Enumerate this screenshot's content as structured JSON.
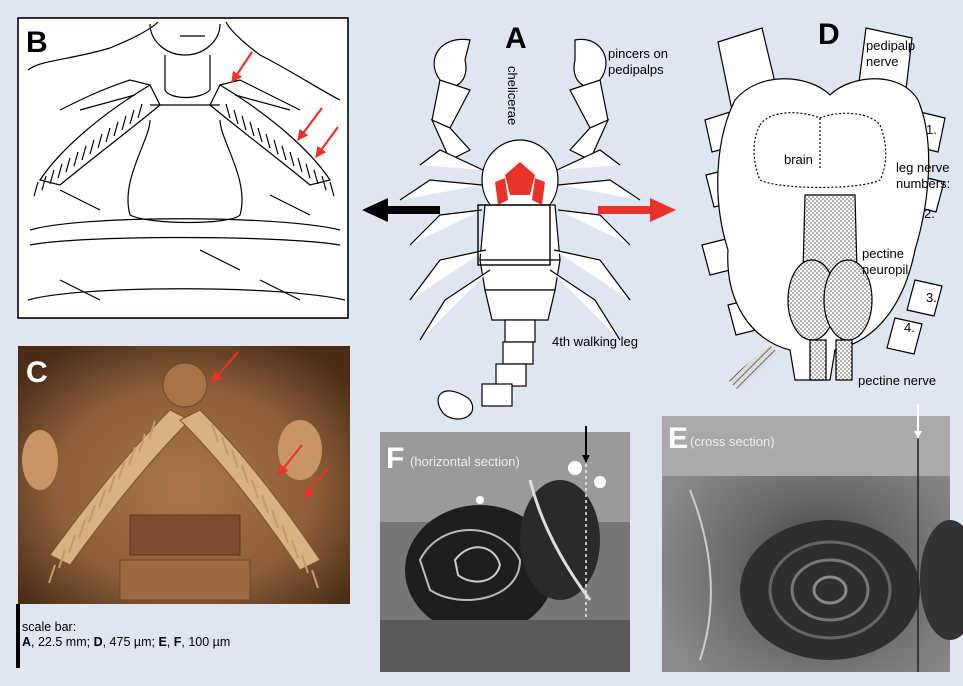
{
  "panels": {
    "A": {
      "label": "A",
      "annotations": {
        "pincers": [
          "pincers on",
          "pedipalps"
        ],
        "chelicerae": "chelicerae",
        "leg4": "4th walking leg"
      }
    },
    "B": {
      "label": "B"
    },
    "C": {
      "label": "C"
    },
    "D": {
      "label": "D",
      "annotations": {
        "pedipalp_nerve": [
          "pedipalp",
          "nerve"
        ],
        "brain": "brain",
        "leg_nerve": [
          "leg nerve",
          "numbers:"
        ],
        "leg_numbers": [
          "1.",
          "2.",
          "3.",
          "4."
        ],
        "pectine_neuropil": [
          "pectine",
          "neuropil"
        ],
        "pectine_nerve": "pectine nerve"
      }
    },
    "E": {
      "label": "E",
      "caption": "(cross section)"
    },
    "F": {
      "label": "F",
      "caption": "(horizontal section)"
    }
  },
  "scale_bar": {
    "title": "scale bar:",
    "parts": [
      {
        "panel": "A",
        "value": ", 22.5 mm; "
      },
      {
        "panel": "D",
        "value": ", 475 µm; "
      },
      {
        "panel": "E",
        "value": ", "
      },
      {
        "panel": "F",
        "value": ", 100 µm"
      }
    ]
  },
  "colors": {
    "background": "#dfe5f1",
    "highlight_arrow": "#e8322a",
    "line": "#000000",
    "photo_tan": "#b7814c"
  }
}
